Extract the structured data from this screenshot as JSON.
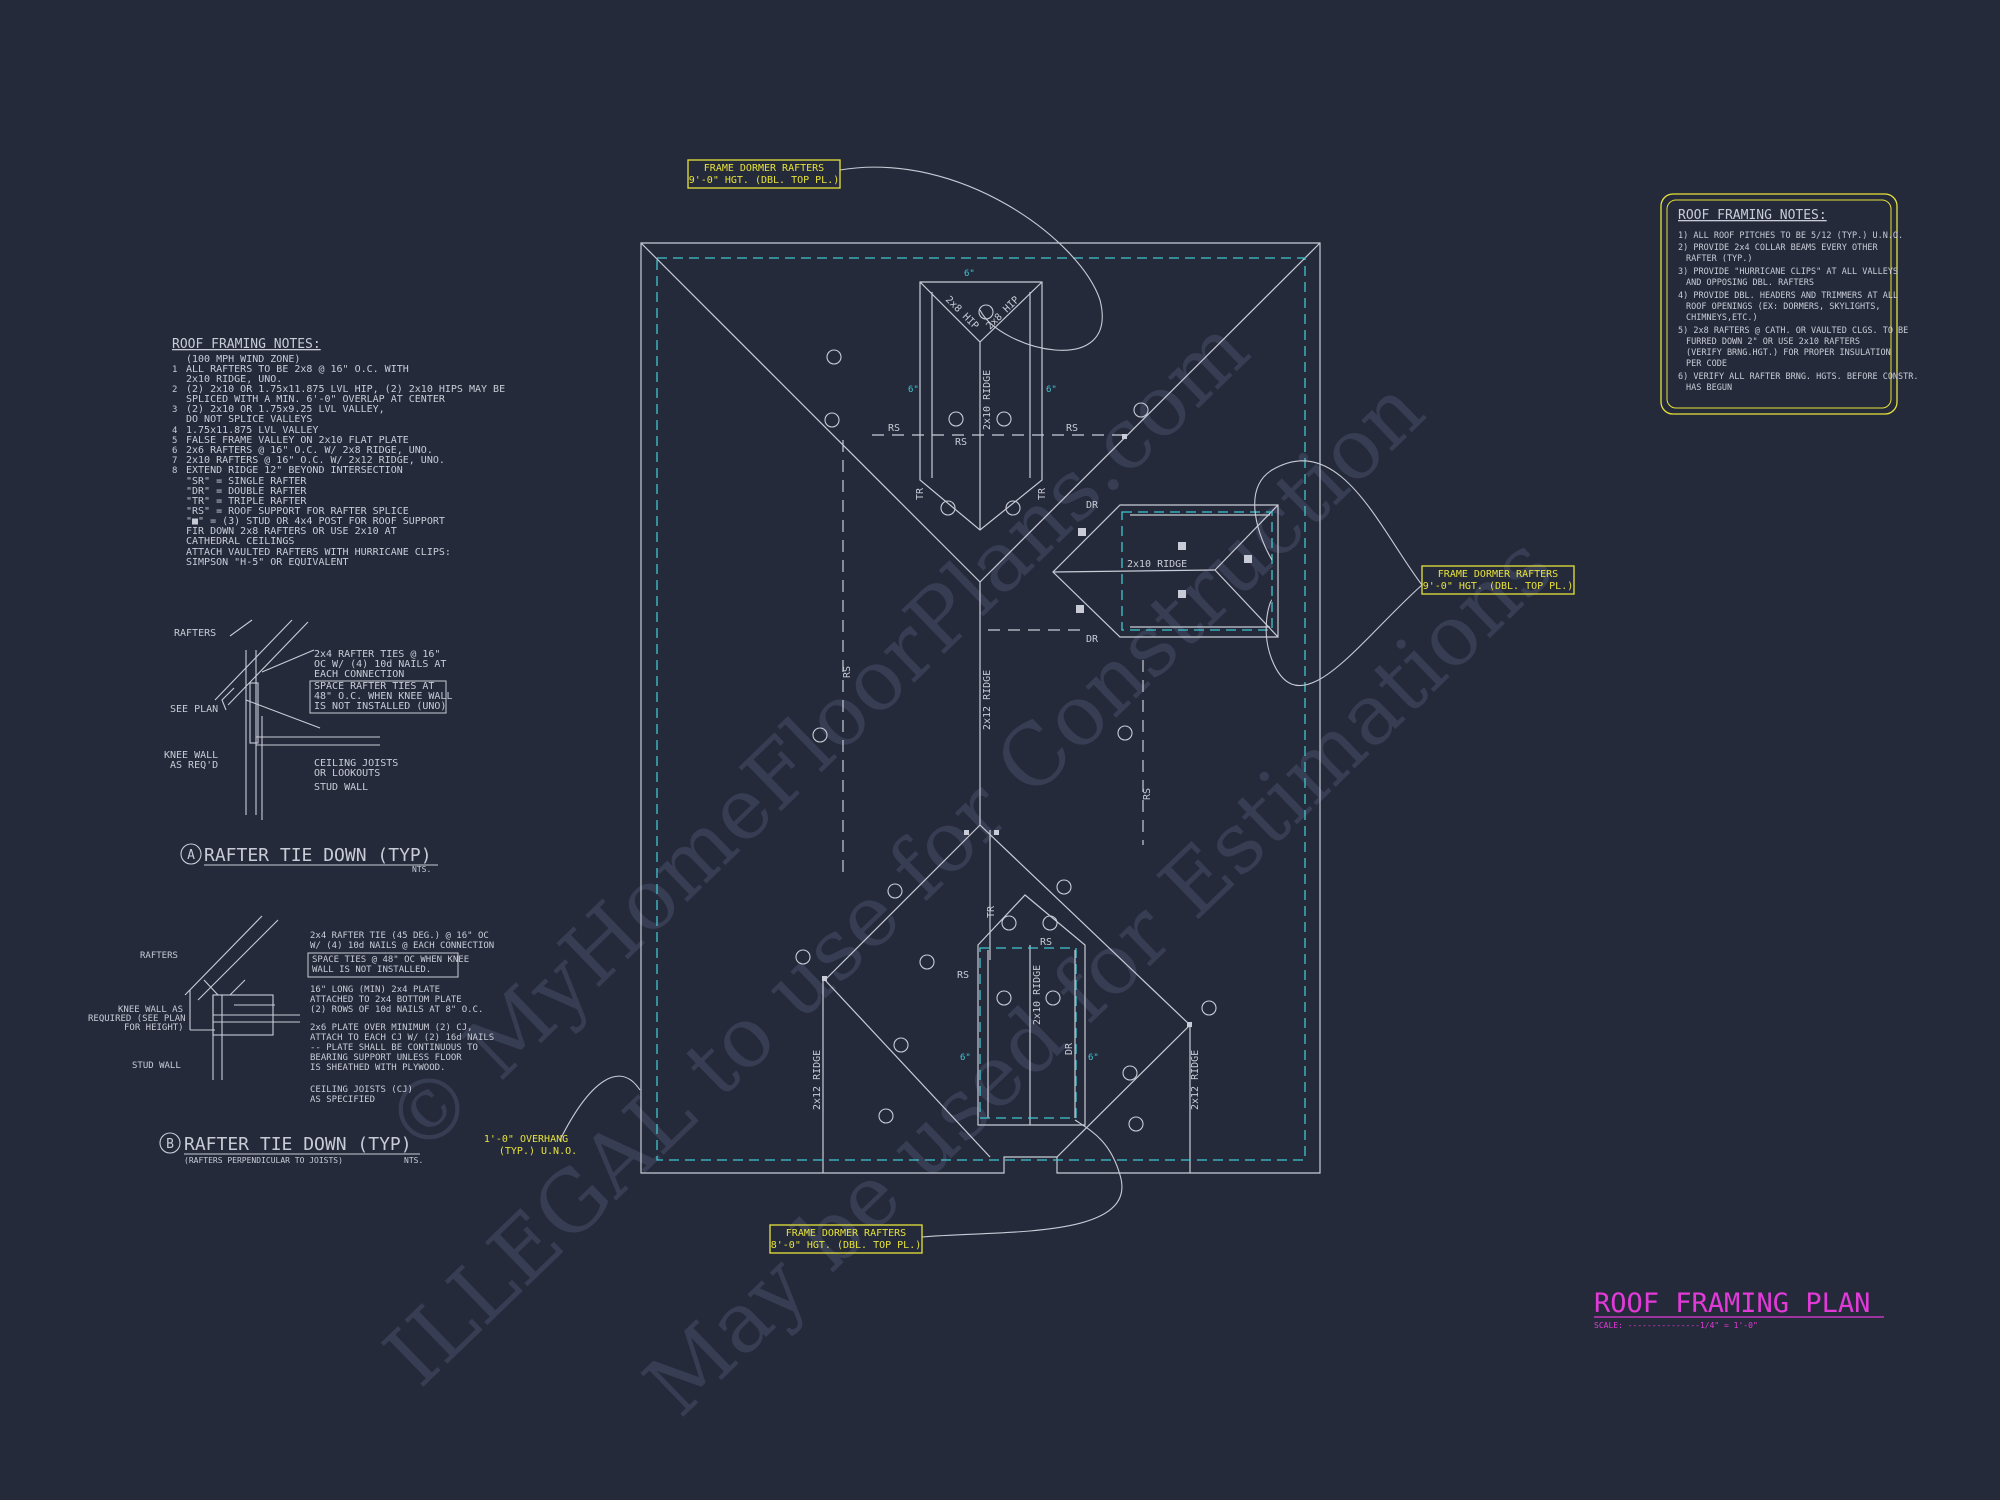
{
  "watermark": {
    "line1": "© MyHomeFloorPlans.com",
    "line2": "ILLEGAL to use for Construction",
    "line3": "May be used for Estimations"
  },
  "left_notes": {
    "title": "ROOF FRAMING NOTES:",
    "lines": [
      "(100 MPH WIND ZONE)",
      "ALL RAFTERS TO BE 2x8 @ 16\" O.C. WITH",
      "2x10 RIDGE, UNO.",
      "(2) 2x10 OR 1.75x11.875 LVL HIP, (2) 2x10 HIPS MAY BE",
      "SPLICED WITH A MIN. 6'-0\" OVERLAP AT CENTER",
      "(2) 2x10 OR 1.75x9.25 LVL VALLEY,",
      "DO NOT SPLICE VALLEYS",
      "1.75x11.875 LVL VALLEY",
      "FALSE FRAME VALLEY ON 2x10 FLAT PLATE",
      "2x6 RAFTERS @ 16\" O.C. W/ 2x8 RIDGE, UNO.",
      "2x10 RAFTERS @ 16\" O.C. W/ 2x12 RIDGE, UNO.",
      "EXTEND RIDGE 12\" BEYOND INTERSECTION",
      "\"SR\" = SINGLE RAFTER",
      "\"DR\" = DOUBLE RAFTER",
      "\"TR\" = TRIPLE RAFTER",
      "\"RS\" = ROOF SUPPORT FOR RAFTER SPLICE",
      "\"■\" = (3) STUD OR 4x4 POST FOR ROOF SUPPORT",
      "FIR DOWN 2x8 RAFTERS OR USE 2x10 AT",
      "CATHEDRAL CEILINGS",
      "ATTACH VAULTED RAFTERS WITH HURRICANE CLIPS:",
      "SIMPSON \"H-5\" OR EQUIVALENT"
    ],
    "markers": [
      "1",
      "2",
      "3",
      "4",
      "5",
      "6",
      "7",
      "8"
    ]
  },
  "right_notes": {
    "title": "ROOF FRAMING NOTES:",
    "lines": [
      "1) ALL ROOF PITCHES TO BE 5/12 (TYP.) U.N.O.",
      "2) PROVIDE 2x4 COLLAR BEAMS EVERY OTHER",
      "RAFTER (TYP.)",
      "3) PROVIDE \"HURRICANE CLIPS\" AT ALL VALLEYS",
      "AND OPPOSING DBL. RAFTERS",
      "4) PROVIDE DBL. HEADERS AND TRIMMERS AT ALL",
      "ROOF OPENINGS (EX: DORMERS, SKYLIGHTS,",
      "CHIMNEYS,ETC.)",
      "5) 2x8 RAFTERS @ CATH. OR VAULTED CLGS. TO BE",
      "FURRED DOWN 2\" OR USE 2x10 RAFTERS",
      "(VERIFY BRNG.HGT.) FOR PROPER INSULATION",
      "PER CODE",
      "6) VERIFY ALL RAFTER BRNG. HGTS. BEFORE CONSTR.",
      "HAS BEGUN"
    ]
  },
  "callouts": {
    "top": [
      "FRAME DORMER RAFTERS",
      "9'-0\" HGT. (DBL. TOP PL.)"
    ],
    "right": [
      "FRAME DORMER RAFTERS",
      "9'-0\" HGT. (DBL. TOP PL.)"
    ],
    "bottom": [
      "FRAME DORMER RAFTERS",
      "8'-0\" HGT. (DBL. TOP PL.)"
    ],
    "overhang": [
      "1'-0\" OVERHANG",
      "(TYP.) U.N.O."
    ]
  },
  "detail_a": {
    "marker": "A",
    "title": "RAFTER TIE DOWN (TYP)",
    "nts": "NTS.",
    "labels": {
      "rafters": "RAFTERS",
      "see_plan": "SEE PLAN",
      "knee_wall_1": "KNEE WALL",
      "knee_wall_2": "AS REQ'D",
      "tie_1": "2x4 RAFTER TIES @ 16\"",
      "tie_2": "OC W/ (4) 10d NAILS AT",
      "tie_3": "EACH CONNECTION",
      "space_1": "SPACE RAFTER TIES AT",
      "space_2": "48\" O.C. WHEN KNEE WALL",
      "space_3": "IS NOT INSTALLED (UNO)",
      "cj_1": "CEILING JOISTS",
      "cj_2": "OR LOOKOUTS",
      "stud": "STUD WALL"
    }
  },
  "detail_b": {
    "marker": "B",
    "title": "RAFTER TIE DOWN (TYP)",
    "subtitle": "(RAFTERS PERPENDICULAR TO JOISTS)",
    "nts": "NTS.",
    "labels": {
      "rafters": "RAFTERS",
      "kw_1": "KNEE WALL AS",
      "kw_2": "REQUIRED (SEE PLAN",
      "kw_3": "FOR HEIGHT)",
      "stud": "STUD WALL",
      "t1": "2x4 RAFTER TIE (45 DEG.) @ 16\" OC",
      "t2": "W/ (4) 10d NAILS @ EACH CONNECTION",
      "s1": "SPACE TIES @ 48\" OC WHEN KNEE",
      "s2": "WALL IS NOT INSTALLED.",
      "p1": "16\" LONG (MIN) 2x4 PLATE",
      "p2": "ATTACHED TO 2x4 BOTTOM PLATE",
      "p3": "(2) ROWS OF 10d NAILS AT 8\" O.C.",
      "q1": "2x6 PLATE OVER MINIMUM (2) CJ,",
      "q2": "ATTACH TO EACH CJ W/ (2) 16d NAILS",
      "q3": "-- PLATE SHALL BE CONTINUOUS TO",
      "q4": "BEARING SUPPORT UNLESS FLOOR",
      "q5": "IS SHEATHED WITH PLYWOOD.",
      "c1": "CEILING JOISTS (CJ)",
      "c2": "AS SPECIFIED"
    }
  },
  "plan_labels": {
    "rs": "RS",
    "tr": "TR",
    "dr": "DR",
    "hip": "2x8 HIP",
    "ridge_2x10": "2x10 RIDGE",
    "ridge_2x12": "2x12 RIDGE",
    "six_in": "6\""
  },
  "title_block": {
    "title": "ROOF FRAMING PLAN",
    "scale": "SCALE: ---------------1/4\" = 1'-0\""
  },
  "colors": {
    "background": "#252a3b",
    "line": "#c9ccd6",
    "dash": "#3fc6cf",
    "yellow": "#e6e23a",
    "magenta": "#e23ad8"
  }
}
